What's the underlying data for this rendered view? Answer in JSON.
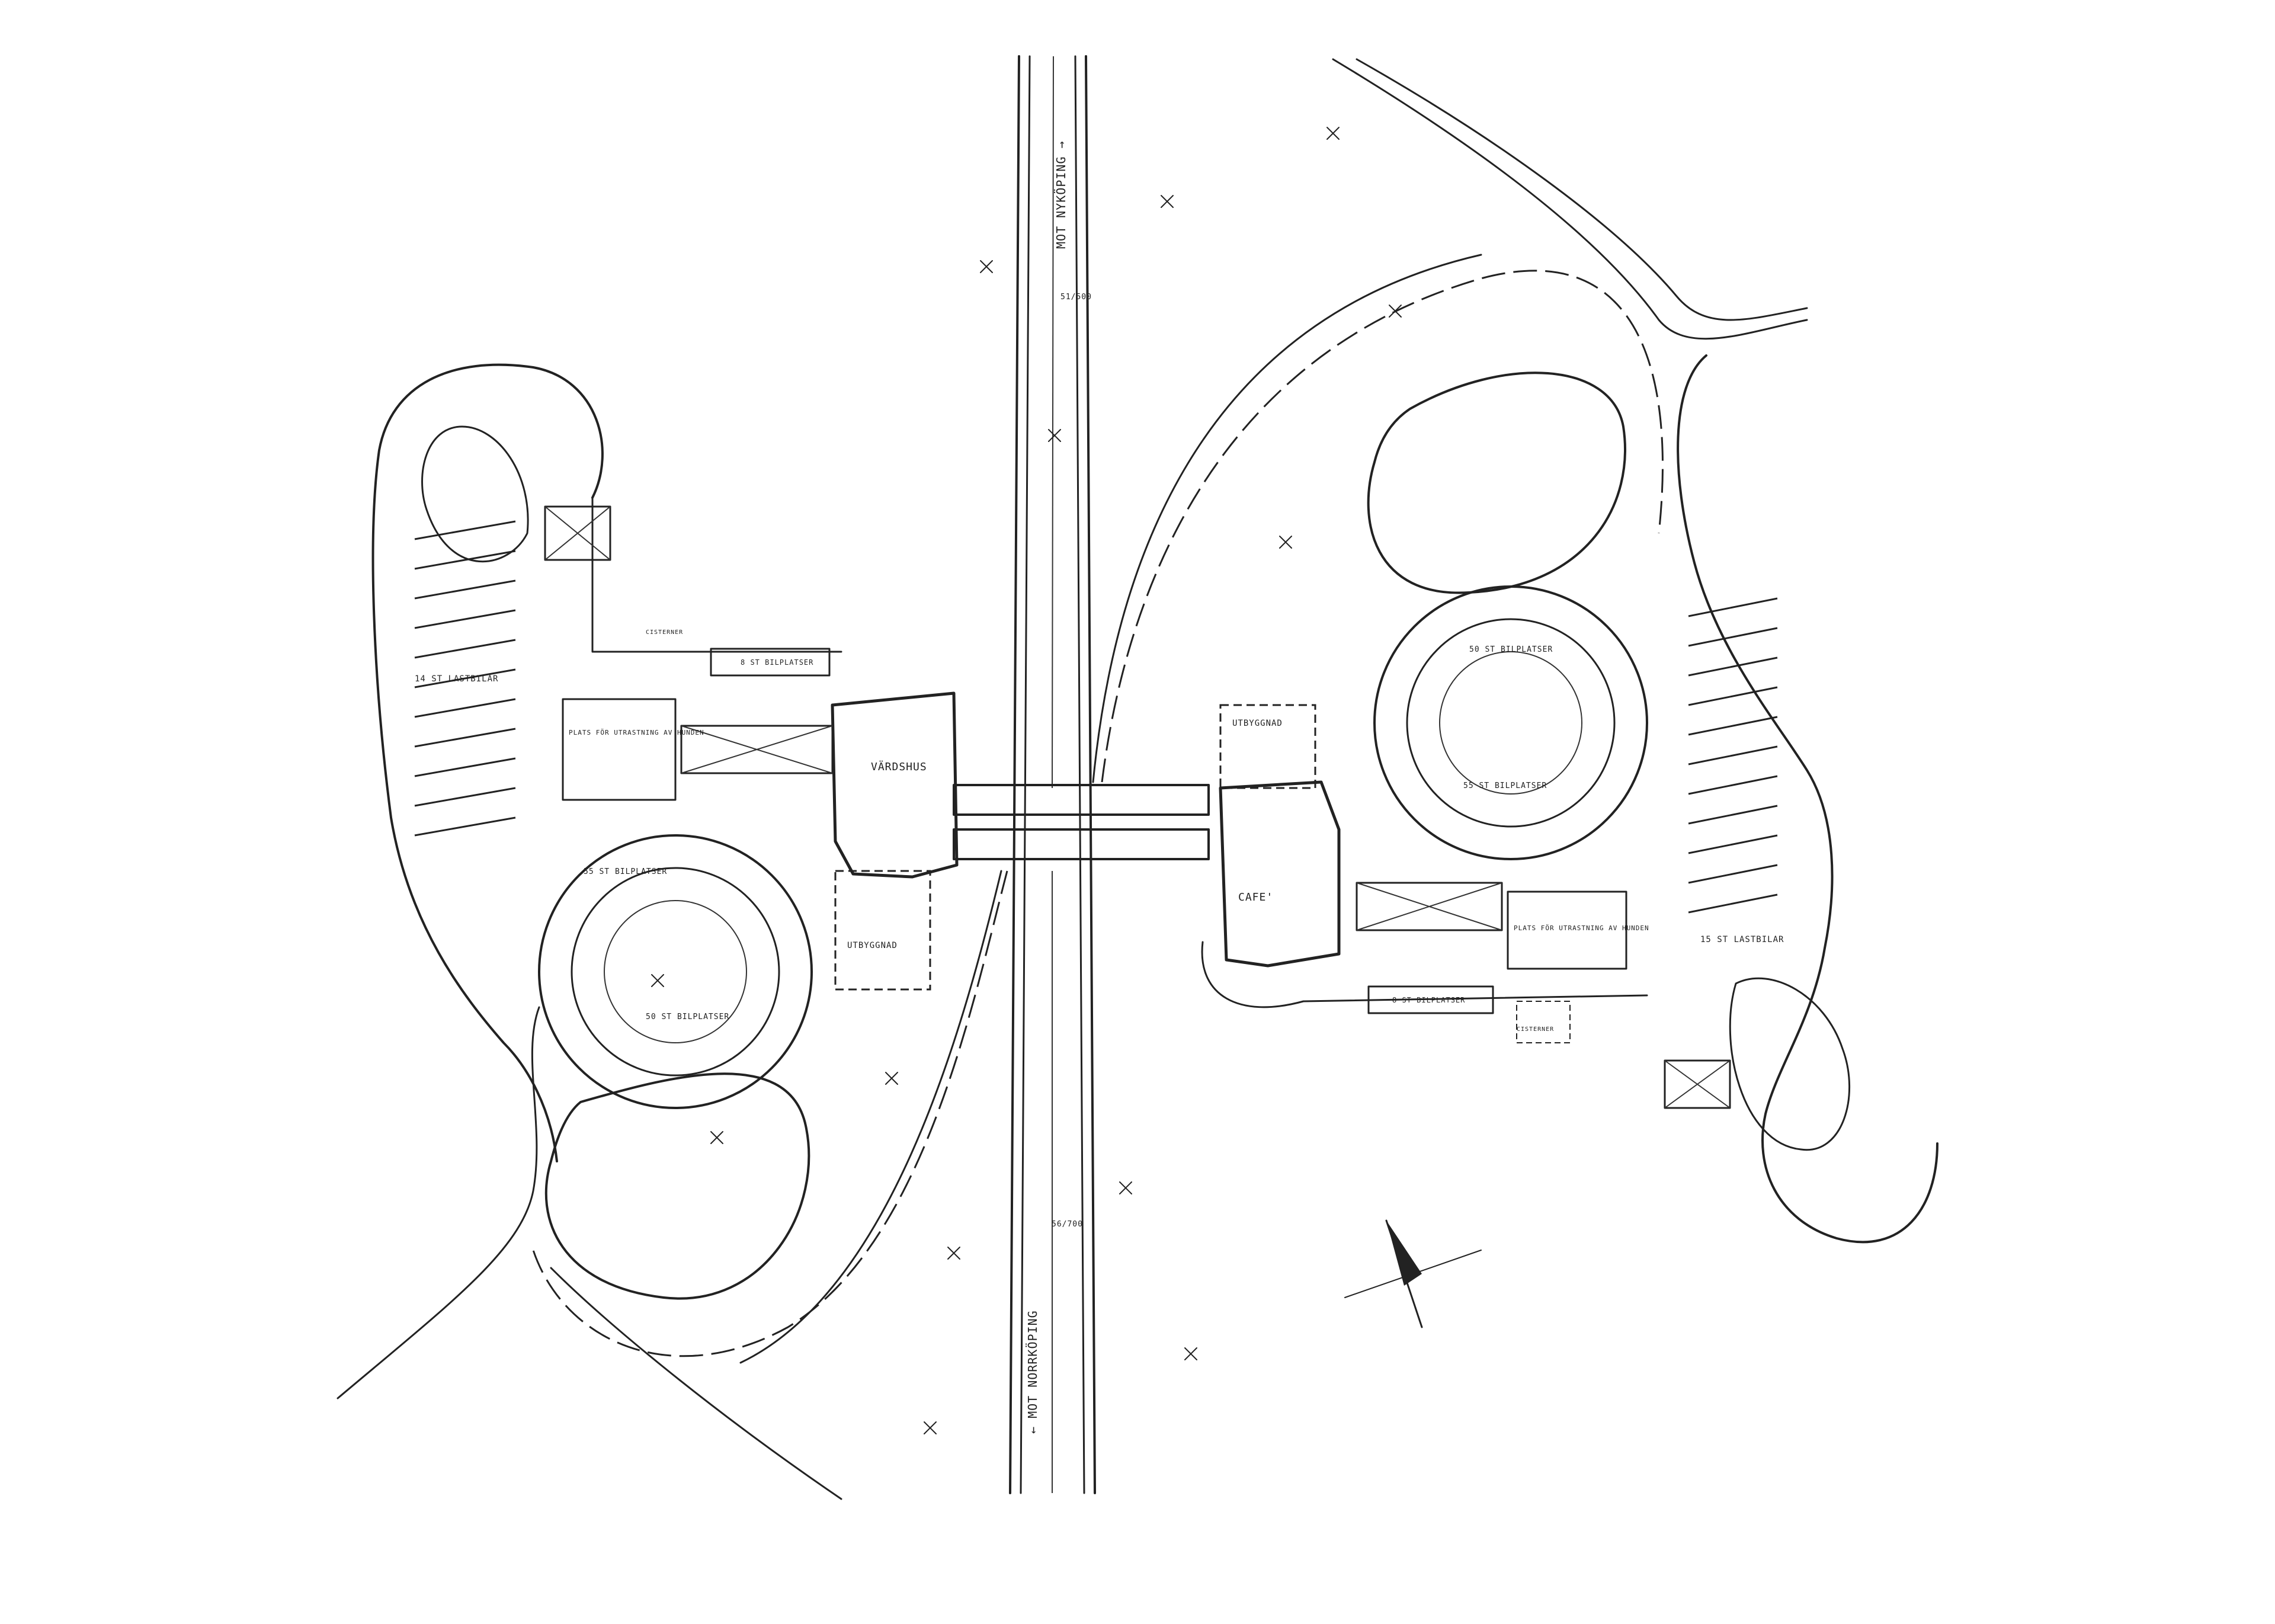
{
  "colors": {
    "ink": "#222222",
    "paper": "#ffffff"
  },
  "west": {
    "building": "VÄRDSHUS",
    "outbuilding": "UTBYGGNAD",
    "parking_loop": "55 ST BILPLATSER",
    "parking_loop_inner": "50 ST BILPLATSER",
    "parking_row": "8 ST BILPLATSER",
    "truck_parking": "14 ST LASTBILAR",
    "dog_area": "PLATS FÖR UTRASTNING AV HUNDEN",
    "signpost": "CISTERNER"
  },
  "east": {
    "building": "CAFE'",
    "outbuilding": "UTBYGGNAD",
    "parking_loop_top": "50 ST BILPLATSER",
    "parking_loop_bottom": "55 ST BILPLATSER",
    "parking_row": "8 ST BILPLATSER",
    "truck_parking": "15 ST LASTBILAR",
    "dog_area": "PLATS FÖR UTRASTNING AV HUNDEN",
    "signpost": "CISTERNER"
  },
  "road": {
    "north": "MOT NYKÖPING →",
    "south": "← MOT NORRKÖPING",
    "chainage_top": "51/500",
    "chainage_bottom": "56/700"
  }
}
